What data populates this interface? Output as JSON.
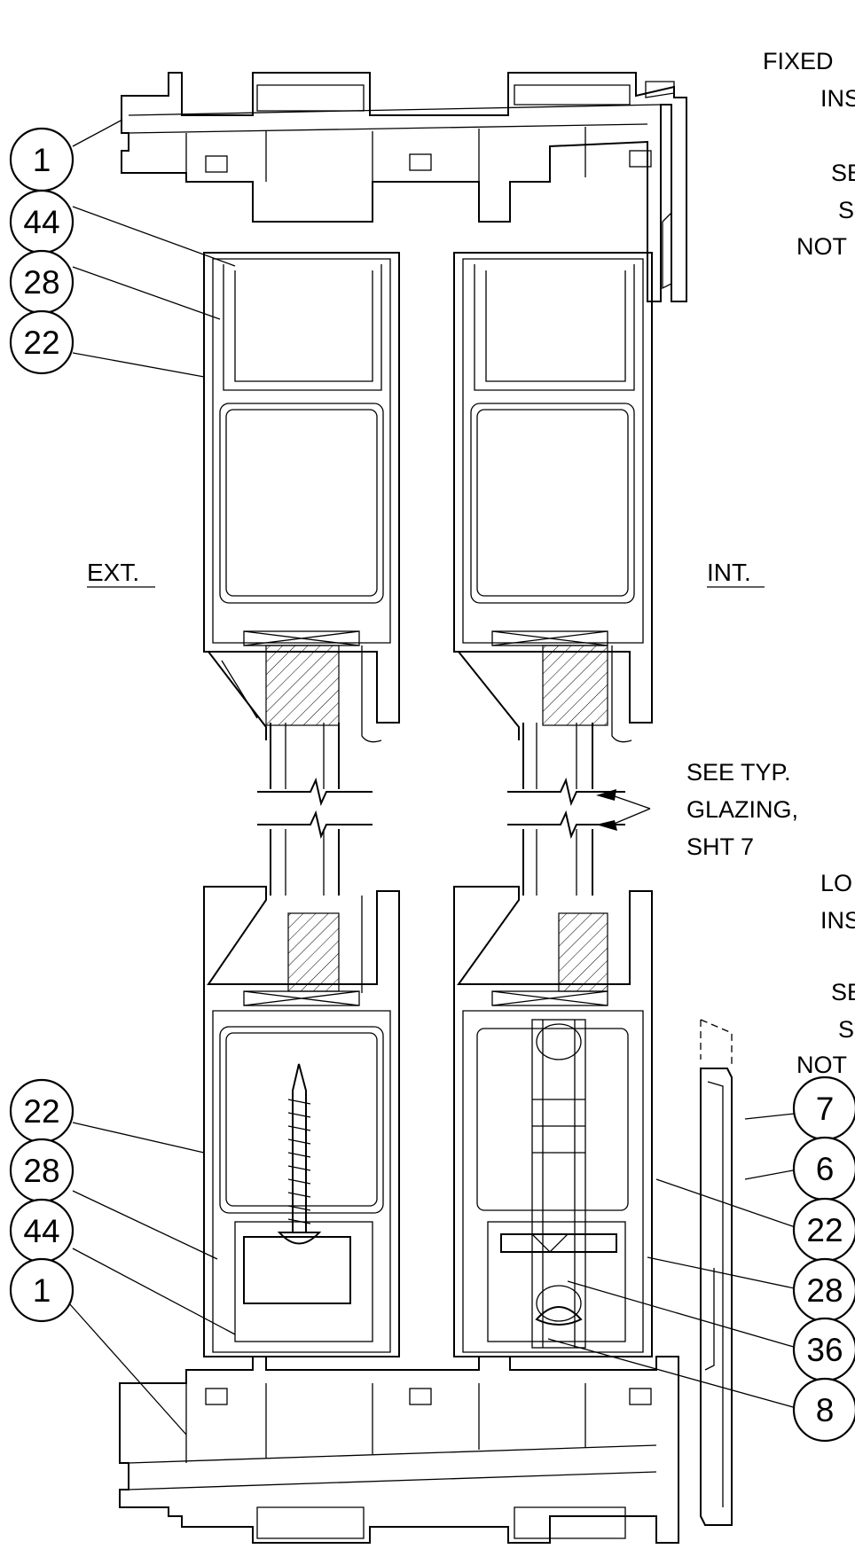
{
  "labels": {
    "ext": "EXT.",
    "int": "INT."
  },
  "notes": {
    "top_right": [
      "FIXED",
      "INS",
      "SE",
      "S",
      "NOT"
    ],
    "glazing": [
      "SEE TYP.",
      "GLAZING,",
      "SHT 7"
    ],
    "lower_right": [
      "LO",
      "INS",
      "SE",
      "S",
      "NOT"
    ]
  },
  "callouts": {
    "left_top": [
      "1",
      "44",
      "28",
      "22"
    ],
    "left_bottom": [
      "22",
      "28",
      "44",
      "1"
    ],
    "right_bottom": [
      "7",
      "6",
      "22",
      "28",
      "36",
      "8"
    ]
  },
  "colors": {
    "line": "#000000",
    "background": "#ffffff",
    "hatch": "#000000"
  }
}
